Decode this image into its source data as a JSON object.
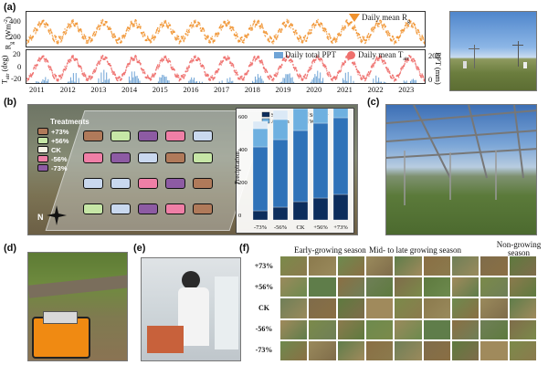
{
  "panels": {
    "a": "(a)",
    "b": "(b)",
    "c": "(c)",
    "d": "(d)",
    "e": "(e)",
    "f": "(f)"
  },
  "panel_a": {
    "legend_rg": "Daily mean R",
    "legend_rg_sub": "g",
    "legend_ppt": "Daily total PPT",
    "legend_tair": "Daily mean T",
    "legend_tair_sub": "air",
    "ylabel_rg": "R",
    "ylabel_rg_unit": "(Wm",
    "ylabel_tair": "T",
    "ylabel_tair_unit": "(deg)",
    "ylabel_ppt": "PPT (mm)",
    "rg_ticks": [
      "400",
      "200"
    ],
    "tair_ticks": [
      "20",
      "0",
      "-20"
    ],
    "ppt_ticks": [
      "200",
      "0"
    ],
    "years": [
      "2011",
      "2012",
      "2013",
      "2014",
      "2015",
      "2016",
      "2017",
      "2018",
      "2019",
      "2020",
      "2021",
      "2022",
      "2023"
    ],
    "colors": {
      "rg": "#f0922e",
      "tair": "#ef6f6c",
      "ppt": "#6fa4d6"
    }
  },
  "panel_b": {
    "treatments_title": "Treatments",
    "treatments": [
      {
        "label": "+73%",
        "color": "#b07a5a"
      },
      {
        "label": "+56%",
        "color": "#c6e6a6"
      },
      {
        "label": "CK",
        "color": "#f5f1e4"
      },
      {
        "label": "-56%",
        "color": "#ef7fa6"
      },
      {
        "label": "-73%",
        "color": "#8d5ba3"
      }
    ],
    "compass": "N",
    "ylabel": "Precipitation",
    "y_ticks": [
      "600",
      "400",
      "200",
      "0"
    ],
    "legend": [
      "Spring",
      "Summer",
      "Autumn",
      "Winter"
    ],
    "categories": [
      "-73%",
      "-56%",
      "CK",
      "+56%",
      "+73%"
    ],
    "colors": {
      "spring": "#0c2d5c",
      "summer": "#2f72b8",
      "autumn": "#6eb0e0",
      "winter": "#dbe9f6"
    }
  },
  "panel_f": {
    "seasons": [
      "Early-growing season",
      "Mid- to late growing season",
      "Non-growing season"
    ],
    "rows": [
      "+73%",
      "+56%",
      "CK",
      "-56%",
      "-73%"
    ]
  }
}
